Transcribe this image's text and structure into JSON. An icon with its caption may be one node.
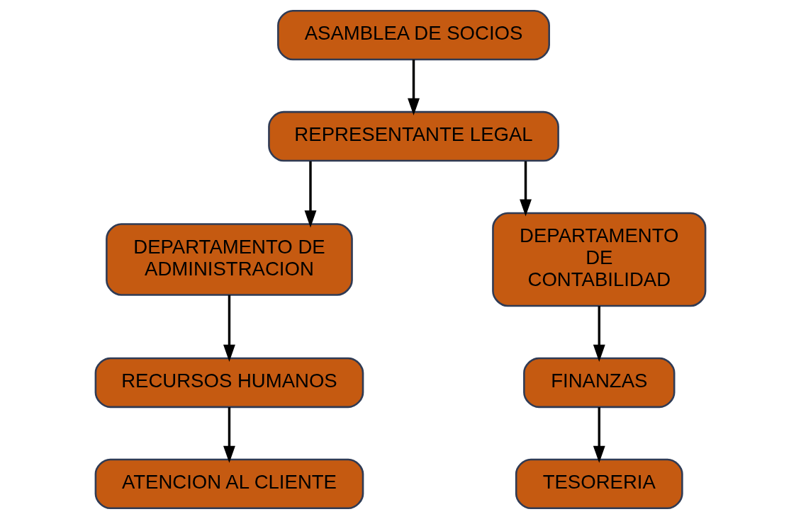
{
  "diagram": {
    "nodes": [
      {
        "text": [
          "ASAMBLEA DE SOCIOS"
        ]
      },
      {
        "text": [
          "REPRESENTANTE LEGAL"
        ]
      },
      {
        "text": [
          "DEPARTAMENTO DE ADMINISTRACION"
        ]
      },
      {
        "text": [
          "DEPARTAMENTO DE CONTABILIDAD"
        ]
      },
      {
        "text": [
          "RECURSOS HUMANOS"
        ]
      },
      {
        "text": [
          "FINANZAS"
        ]
      },
      {
        "text": [
          "ATENCION AL CLIENTE"
        ]
      },
      {
        "text": [
          "TESORERIA"
        ]
      }
    ],
    "edges": [
      {
        "from": 0,
        "to": 1,
        "arrow": "to"
      },
      {
        "from": 1,
        "to": 2,
        "arrow": "to"
      },
      {
        "from": 1,
        "to": 3,
        "arrow": "to"
      },
      {
        "from": 2,
        "to": 4,
        "arrow": "to"
      },
      {
        "from": 3,
        "to": 5,
        "arrow": "to"
      },
      {
        "from": 4,
        "to": 6,
        "arrow": "to"
      },
      {
        "from": 5,
        "to": 7,
        "arrow": "to"
      }
    ]
  }
}
